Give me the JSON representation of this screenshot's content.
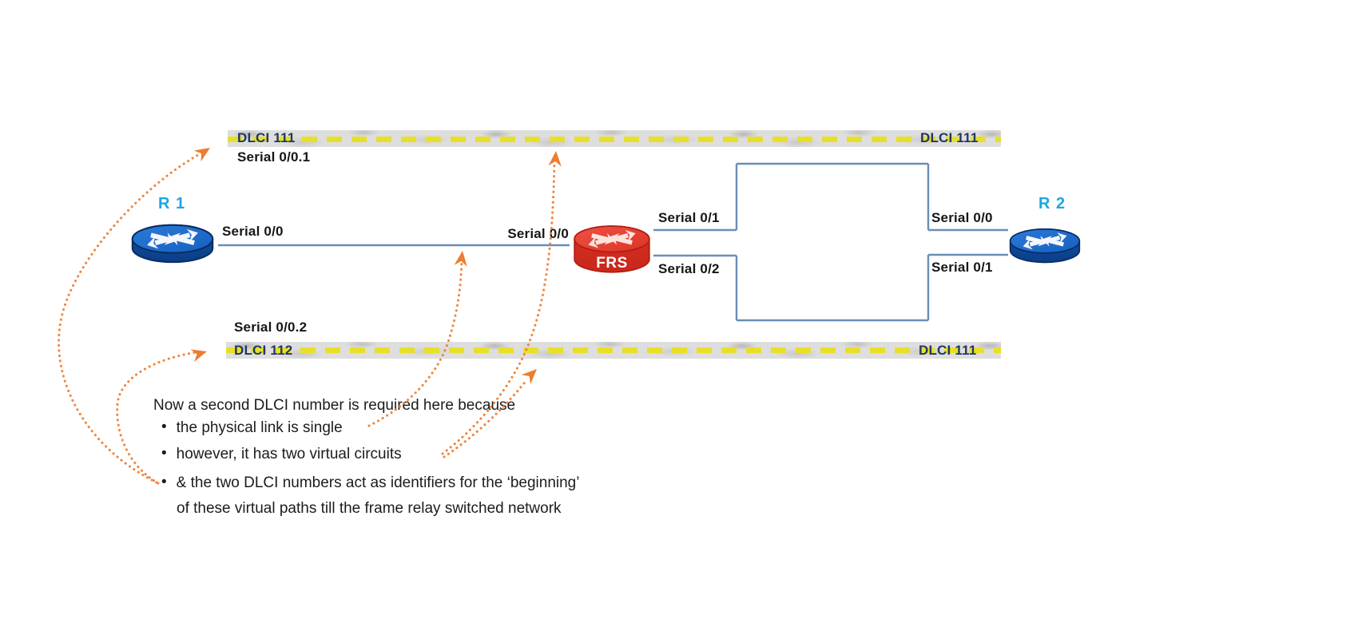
{
  "diagram_title": "Frame Relay DLCI diagram",
  "nodes": {
    "r1": {
      "label": "R 1"
    },
    "r2": {
      "label": "R 2"
    },
    "frs": {
      "label": "FRS"
    }
  },
  "interfaces": {
    "r1_serial": "Serial 0/0",
    "frs_left": "Serial 0/0",
    "frs_right_top": "Serial 0/1",
    "frs_right_bottom": "Serial 0/2",
    "r2_top": "Serial 0/0",
    "r2_bottom": "Serial 0/1"
  },
  "circuits": {
    "top": {
      "left_dlci": "DLCI 111",
      "left_subinterface": "Serial 0/0.1",
      "right_dlci": "DLCI 111"
    },
    "bottom": {
      "left_dlci": "DLCI 112",
      "left_subinterface": "Serial 0/0.2",
      "right_dlci": "DLCI 111"
    }
  },
  "note": {
    "intro": "Now a second DLCI number is required here because",
    "bullets": [
      {
        "text": "the physical link is single"
      },
      {
        "text": "however, it has two virtual circuits"
      },
      {
        "text": "& the two DLCI numbers act as identifiers for the ‘beginning’"
      }
    ],
    "continuation": "of these virtual paths till the frame relay switched network"
  },
  "colors": {
    "arrow_orange": "#ED7D31",
    "dlci_navy": "#1F3864",
    "node_name_cyan": "#1BA6E2",
    "line_blue": "#6B8CB8",
    "dash_yellow": "#E8DF28",
    "band_gray": "#DEDEDE",
    "router_blue": "#1660C0",
    "frs_red": "#DD3326"
  }
}
